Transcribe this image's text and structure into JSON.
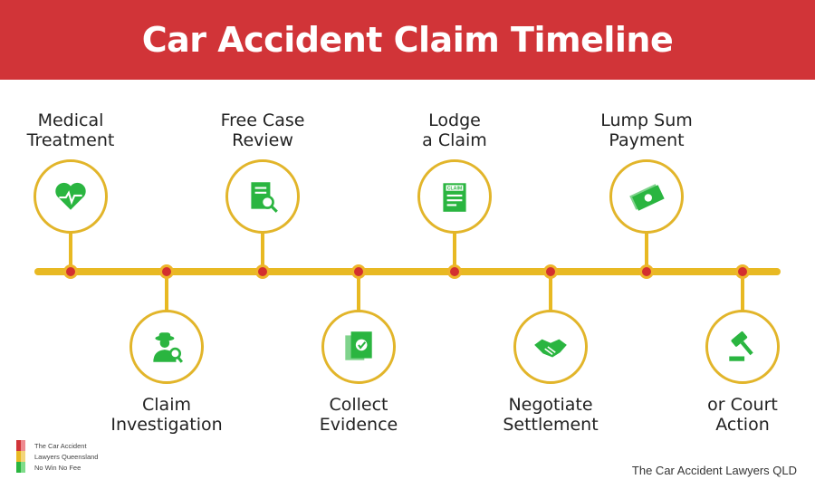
{
  "title": "Car Accident Claim Timeline",
  "colors": {
    "header": "#d13438",
    "line": "#e8b923",
    "icon": "#2ab540",
    "dot": "#d32f2f"
  },
  "steps": [
    {
      "line1": "Medical",
      "line2": "Treatment",
      "icon": "heart-pulse-icon",
      "position": "top"
    },
    {
      "line1": "Claim",
      "line2": "Investigation",
      "icon": "investigator-icon",
      "position": "bottom"
    },
    {
      "line1": "Free Case",
      "line2": "Review",
      "icon": "document-search-icon",
      "position": "top"
    },
    {
      "line1": "Collect",
      "line2": "Evidence",
      "icon": "documents-check-icon",
      "position": "bottom"
    },
    {
      "line1": "Lodge",
      "line2": "a Claim",
      "icon": "claim-form-icon",
      "position": "top"
    },
    {
      "line1": "Negotiate",
      "line2": "Settlement",
      "icon": "handshake-icon",
      "position": "bottom"
    },
    {
      "line1": "Lump Sum",
      "line2": "Payment",
      "icon": "money-icon",
      "position": "top"
    },
    {
      "line1": "or Court",
      "line2": "Action",
      "icon": "gavel-icon",
      "position": "bottom"
    }
  ],
  "legend": [
    "The Car Accident",
    "Lawyers Queensland",
    "No Win No Fee"
  ],
  "credit": "The Car Accident Lawyers QLD"
}
